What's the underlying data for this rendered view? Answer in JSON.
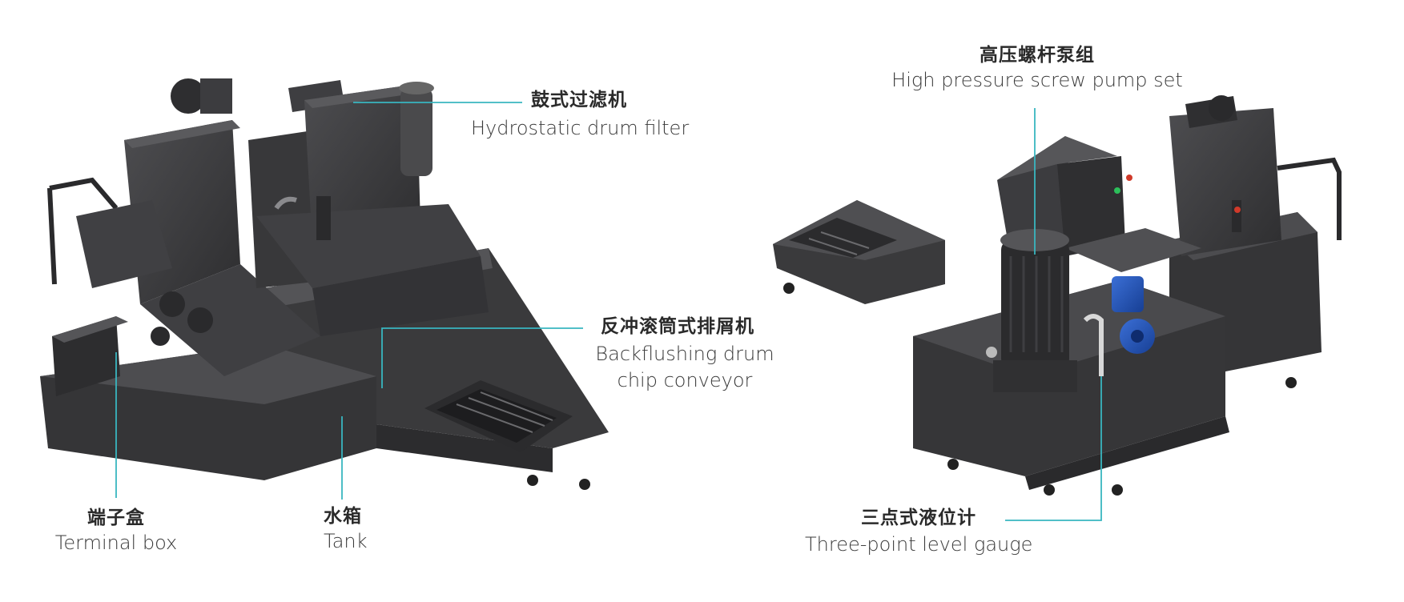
{
  "colors": {
    "leader_line": "#39b6c0",
    "machine_dark": "#3b3b3d",
    "machine_mid": "#4a4a4c",
    "machine_light": "#5d5d60",
    "pump_blue": "#1f4fb0"
  },
  "callouts": {
    "drum_filter": {
      "zh": "鼓式过滤机",
      "en": "Hydrostatic drum filter"
    },
    "chip_conveyor": {
      "zh": "反冲滚筒式排屑机",
      "en_line1": "Backflushing drum",
      "en_line2": "chip conveyor"
    },
    "terminal_box": {
      "zh": "端子盒",
      "en": "Terminal box"
    },
    "tank": {
      "zh": "水箱",
      "en": "Tank"
    },
    "pump_set": {
      "zh": "高压螺杆泵组",
      "en": "High pressure screw pump set"
    },
    "level_gauge": {
      "zh": "三点式液位计",
      "en": "Three-point level gauge"
    }
  }
}
